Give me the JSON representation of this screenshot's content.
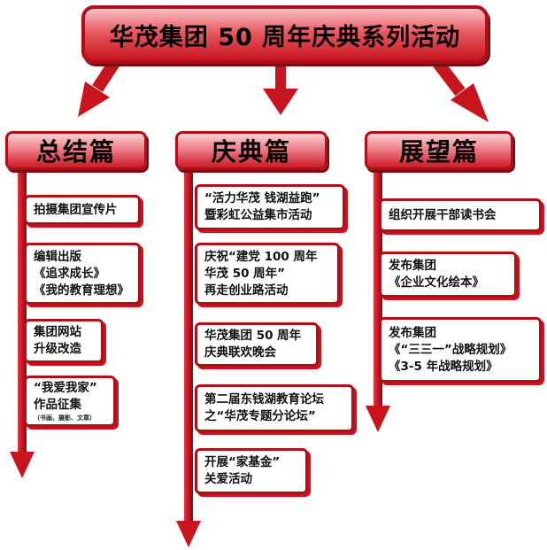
{
  "title": "华茂集团 50 周年庆典系列活动",
  "columns": [
    {
      "header": "总结篇",
      "items": [
        {
          "lines": [
            "拍摄集团宣传片"
          ]
        },
        {
          "lines": [
            "编辑出版",
            "《追求成长》",
            "《我的教育理想》"
          ]
        },
        {
          "lines": [
            "集团网站",
            "升级改造"
          ]
        },
        {
          "lines": [
            "“我爱我家”",
            "作品征集"
          ],
          "note": "（书画、摄影、文章）"
        }
      ]
    },
    {
      "header": "庆典篇",
      "items": [
        {
          "lines": [
            "“活力华茂  钱湖益跑”",
            "暨彩虹公益集市活动"
          ]
        },
        {
          "lines": [
            "庆祝“建党 100 周年",
            "华茂 50 周年”",
            "再走创业路活动"
          ]
        },
        {
          "lines": [
            "华茂集团 50 周年",
            "庆典联欢晚会"
          ]
        },
        {
          "lines": [
            "第二届东钱湖教育论坛",
            "之“华茂专题分论坛”"
          ]
        },
        {
          "lines": [
            "开展“家基金”",
            "关爱活动"
          ]
        }
      ]
    },
    {
      "header": "展望篇",
      "items": [
        {
          "lines": [
            "组织开展干部读书会"
          ]
        },
        {
          "lines": [
            "发布集团",
            "《企业文化绘本》"
          ]
        },
        {
          "lines": [
            "发布集团",
            "《“三三一”战略规划》",
            "《3-5 年战略规划》"
          ]
        }
      ]
    }
  ],
  "colors": {
    "accent": "#c8141f",
    "border": "#b10f18"
  }
}
